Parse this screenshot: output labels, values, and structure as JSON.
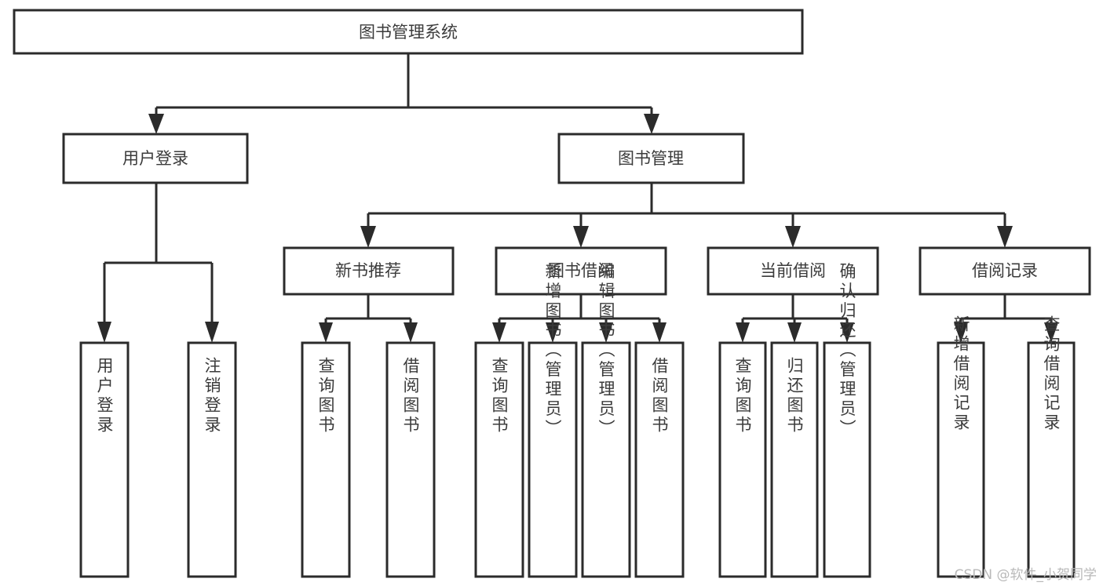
{
  "diagram": {
    "title": "图书管理系统",
    "type": "tree",
    "orientation": "top-down",
    "colors": {
      "stroke": "#2b2b2b",
      "fill": "#ffffff",
      "text": "#3b3b3b",
      "watermark": "#b9b9b9"
    },
    "root": {
      "id": "root",
      "label": "图书管理系统"
    },
    "level2": [
      {
        "id": "user-login",
        "label": "用户登录"
      },
      {
        "id": "book-manage",
        "label": "图书管理"
      }
    ],
    "level3": [
      {
        "id": "new-book-recommend",
        "label": "新书推荐",
        "parent": "book-manage"
      },
      {
        "id": "book-borrow",
        "label": "图书借阅",
        "parent": "book-manage"
      },
      {
        "id": "current-borrow",
        "label": "当前借阅",
        "parent": "book-manage"
      },
      {
        "id": "borrow-record",
        "label": "借阅记录",
        "parent": "book-manage"
      }
    ],
    "leaves": [
      {
        "id": "leaf-user-login",
        "label": "用户登录",
        "parent": "user-login"
      },
      {
        "id": "leaf-logout-login",
        "label": "注销登录",
        "parent": "user-login"
      },
      {
        "id": "leaf-query-book-1",
        "label": "查询图书",
        "parent": "new-book-recommend"
      },
      {
        "id": "leaf-borrow-book-1",
        "label": "借阅图书",
        "parent": "new-book-recommend"
      },
      {
        "id": "leaf-query-book-2",
        "label": "查询图书",
        "parent": "book-borrow"
      },
      {
        "id": "leaf-add-book",
        "label": "新增图书（管理员）",
        "parent": "book-borrow"
      },
      {
        "id": "leaf-edit-book",
        "label": "编辑图书（管理员）",
        "parent": "book-borrow"
      },
      {
        "id": "leaf-borrow-book-2",
        "label": "借阅图书",
        "parent": "book-borrow"
      },
      {
        "id": "leaf-query-book-3",
        "label": "查询图书",
        "parent": "current-borrow"
      },
      {
        "id": "leaf-return-book",
        "label": "归还图书",
        "parent": "current-borrow"
      },
      {
        "id": "leaf-confirm-return",
        "label": "确认归还（管理员）",
        "parent": "current-borrow"
      },
      {
        "id": "leaf-add-record",
        "label": "新增借阅记录",
        "parent": "borrow-record"
      },
      {
        "id": "leaf-query-record",
        "label": "查询借阅记录",
        "parent": "borrow-record"
      }
    ],
    "watermark": "CSDN @软件_小贺同学"
  }
}
